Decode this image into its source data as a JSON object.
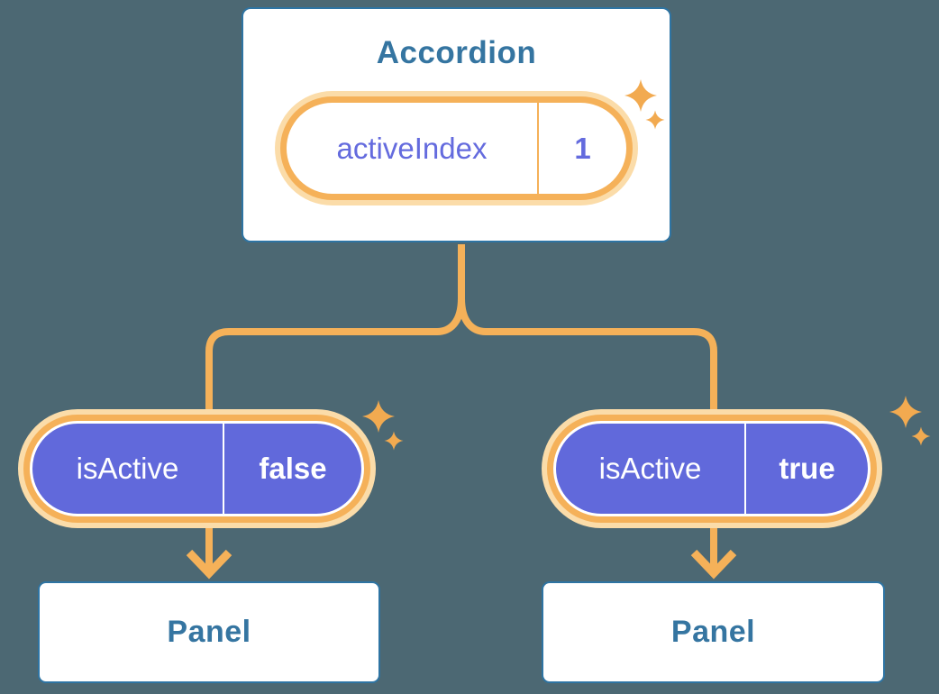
{
  "colors": {
    "bg": "#4C6873",
    "boxBorder": "#2E74A3",
    "blueText": "#3575A1",
    "purple": "#6169DB",
    "purpleText": "#646BDE",
    "orange": "#F5B159",
    "orangeLight": "#FBDCA9",
    "sparkle": "#F2AA50"
  },
  "accordion": {
    "title": "Accordion",
    "state_pill": {
      "label": "activeIndex",
      "value": "1"
    }
  },
  "left_child": {
    "prop_pill": {
      "label": "isActive",
      "value": "false"
    },
    "panel": {
      "title": "Panel"
    }
  },
  "right_child": {
    "prop_pill": {
      "label": "isActive",
      "value": "true"
    },
    "panel": {
      "title": "Panel"
    }
  }
}
